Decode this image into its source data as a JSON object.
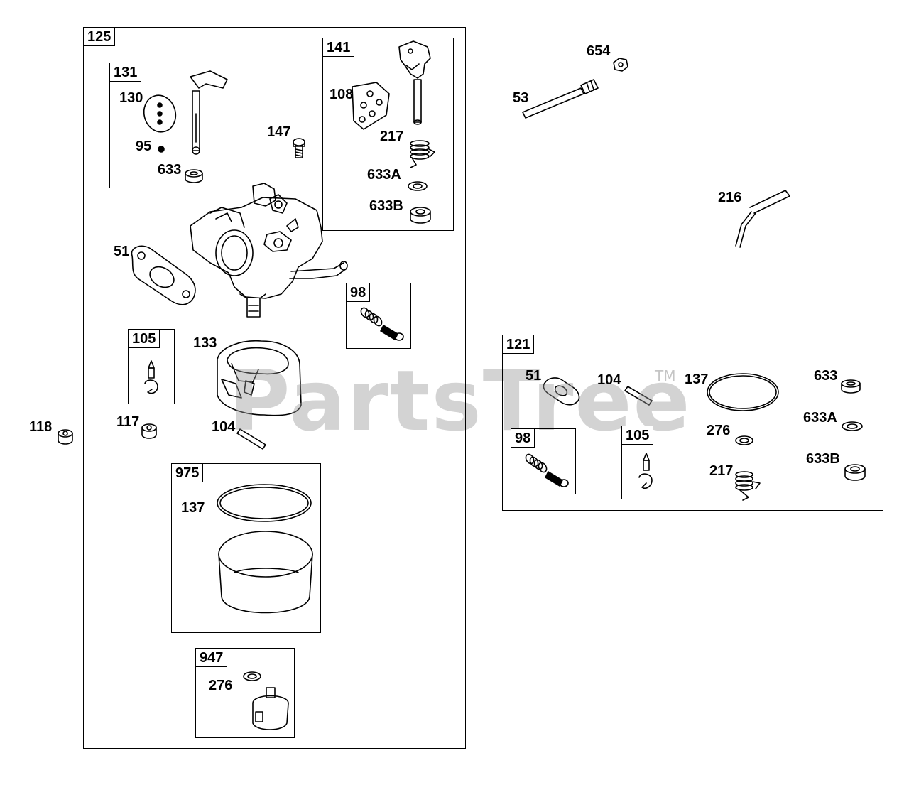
{
  "watermark": {
    "text": "PartsTree",
    "mark": "TM"
  },
  "groups": {
    "g125": "125",
    "g131": "131",
    "g141": "141",
    "g98a": "98",
    "g105a": "105",
    "g975": "975",
    "g947": "947",
    "g121": "121",
    "g98b": "98",
    "g105b": "105"
  },
  "callouts": {
    "c130": "130",
    "c95": "95",
    "c633_a": "633",
    "c147": "147",
    "c108": "108",
    "c217_a": "217",
    "c633A_a": "633A",
    "c633B_a": "633B",
    "c51_a": "51",
    "c133": "133",
    "c104_a": "104",
    "c117": "117",
    "c118": "118",
    "c137_a": "137",
    "c276_a": "276",
    "c654": "654",
    "c53": "53",
    "c216": "216",
    "c51_b": "51",
    "c104_b": "104",
    "c137_b": "137",
    "c633_b": "633",
    "c633A_b": "633A",
    "c276_b": "276",
    "c633B_b": "633B",
    "c217_b": "217"
  },
  "colors": {
    "line": "#000000",
    "watermark": "#969696"
  }
}
